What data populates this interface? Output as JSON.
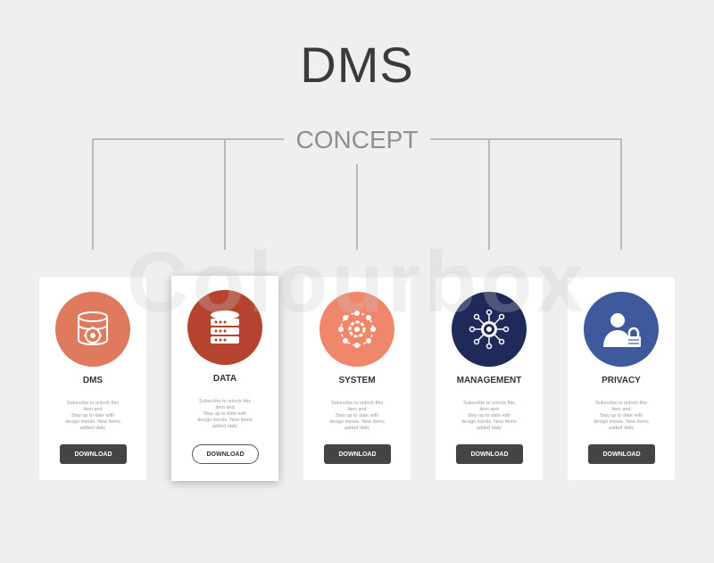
{
  "title": "DMS",
  "subtitle": "CONCEPT",
  "watermark": "Colourbox",
  "colors": {
    "background": "#eef0ef",
    "dms": "#e07a5f",
    "data": "#b5432f",
    "system": "#f0866a",
    "management": "#1f2a5a",
    "privacy": "#3e5a9c"
  },
  "cards": [
    {
      "label": "DMS",
      "icon": "database-gear-icon",
      "description": "Subscribe to unlock this\nitem and\nStay up to date with\ndesign trends. New items\nadded daily",
      "button": "DOWNLOAD"
    },
    {
      "label": "DATA",
      "icon": "server-icon",
      "description": "Subscribe to unlock this\nitem and\nStay up to date with\ndesign trends. New items\nadded daily",
      "button": "DOWNLOAD"
    },
    {
      "label": "SYSTEM",
      "icon": "gear-network-icon",
      "description": "Subscribe to unlock this\nitem and\nStay up to date with\ndesign trends. New items\nadded daily",
      "button": "DOWNLOAD"
    },
    {
      "label": "MANAGEMENT",
      "icon": "gear-network-icon",
      "description": "Subscribe to unlock this\nitem and\nStay up to date with\ndesign trends. New items\nadded daily",
      "button": "DOWNLOAD"
    },
    {
      "label": "PRIVACY",
      "icon": "user-lock-icon",
      "description": "Subscribe to unlock this\nitem and\nStay up to date with\ndesign trends. New items\nadded daily",
      "button": "DOWNLOAD"
    }
  ]
}
